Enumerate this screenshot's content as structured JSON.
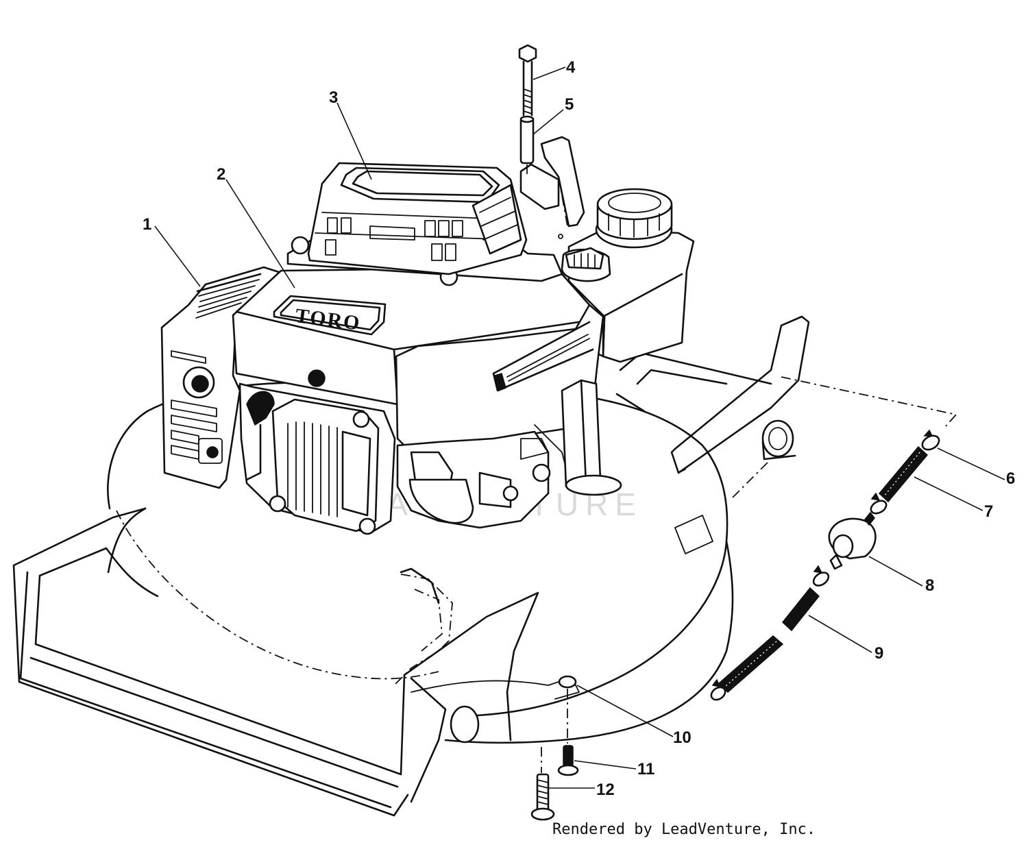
{
  "watermark": "LEADVENTURE",
  "engine_logo": "TORO",
  "credit": "Rendered by LeadVenture, Inc.",
  "callouts": [
    "1",
    "2",
    "3",
    "4",
    "5",
    "6",
    "7",
    "8",
    "9",
    "10",
    "11",
    "12"
  ]
}
